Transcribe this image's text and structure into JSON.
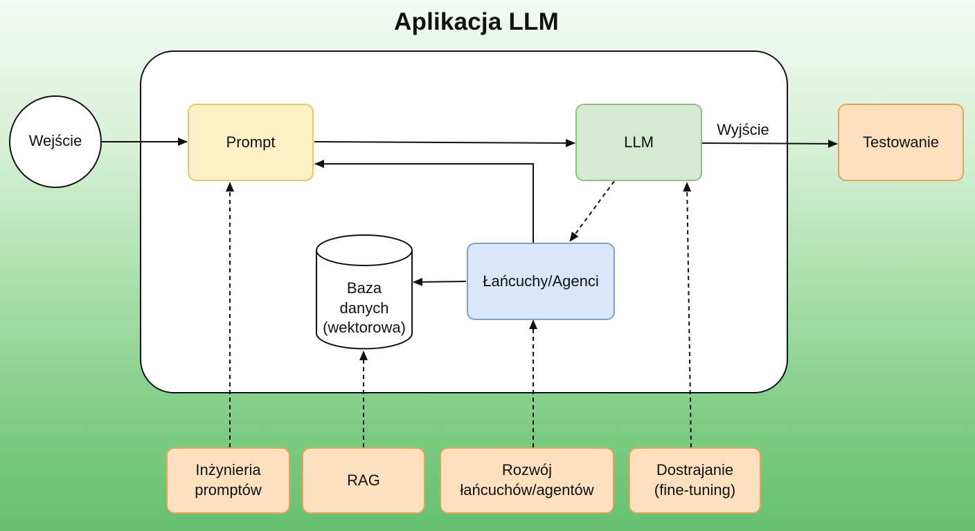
{
  "title": "Aplikacja LLM",
  "nodes": {
    "input": "Wejście",
    "prompt": "Prompt",
    "llm": "LLM",
    "testing": "Testowanie",
    "chains_agents": "Łańcuchy/Agenci",
    "database": [
      "Baza",
      "danych",
      "(wektorowa)"
    ]
  },
  "edge_labels": {
    "output": "Wyjście"
  },
  "practices": {
    "prompt_engineering": [
      "Inżynieria",
      "promptów"
    ],
    "rag": [
      "RAG"
    ],
    "chain_agent_dev": [
      "Rozwój",
      "łańcuchów/agentów"
    ],
    "fine_tuning": [
      "Dostrajanie",
      "(fine-tuning)"
    ]
  },
  "colors": {
    "prompt": "#fdf0c6",
    "llm": "#d6e9d2",
    "chains_agents": "#d9e7f9",
    "practice": "#fde0c0",
    "container": "#ffffff",
    "line": "#111111"
  }
}
